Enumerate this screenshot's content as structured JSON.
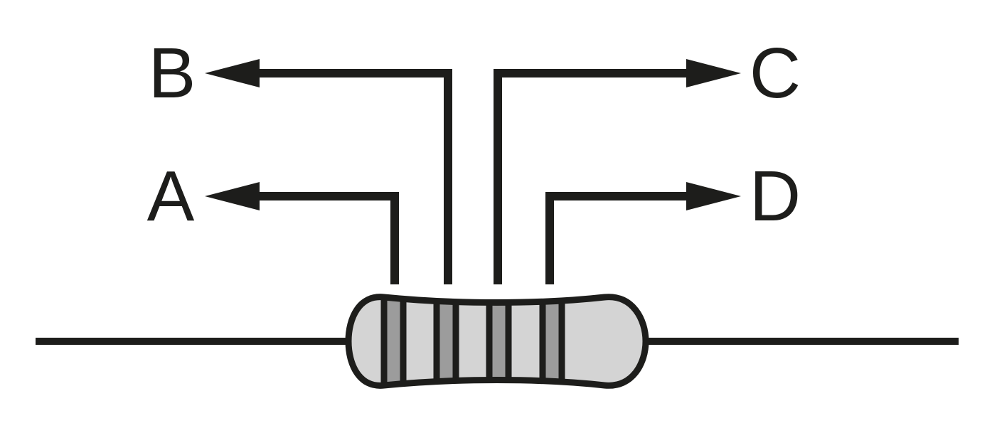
{
  "labels": {
    "a": "A",
    "b": "B",
    "c": "C",
    "d": "D"
  },
  "colors": {
    "ink": "#1d1d1b",
    "body": "#d4d4d4",
    "band": "#9c9c9c",
    "background": "#ffffff"
  },
  "resistor": {
    "band_count": 4
  }
}
